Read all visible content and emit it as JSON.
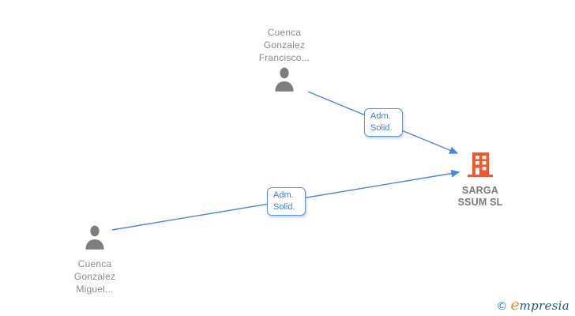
{
  "diagram": {
    "nodes": {
      "person_top": {
        "name": "Cuenca\nGonzalez\nFrancisco...",
        "icon": "person-icon"
      },
      "person_bottom": {
        "name": "Cuenca\nGonzalez\nMiguel...",
        "icon": "person-icon"
      },
      "company": {
        "name": "SARGA\nSSUM SL",
        "icon": "building-icon"
      }
    },
    "edges": [
      {
        "from": "person_top",
        "to": "company",
        "label": "Adm.\nSolid."
      },
      {
        "from": "person_bottom",
        "to": "company",
        "label": "Adm.\nSolid."
      }
    ],
    "colors": {
      "edge_blue": "#4a86e8",
      "label_text_blue": "#3d7fd9",
      "label_border_blue": "#5b93e8",
      "person_gray": "#7d7d7d",
      "name_gray": "#8b8b8b",
      "company_text_gray": "#787878",
      "building_orange": "#f4562a",
      "background": "#ffffff"
    }
  },
  "footer": {
    "copyright_symbol": "©",
    "brand_first_letter": "e",
    "brand_rest": "mpresia"
  }
}
